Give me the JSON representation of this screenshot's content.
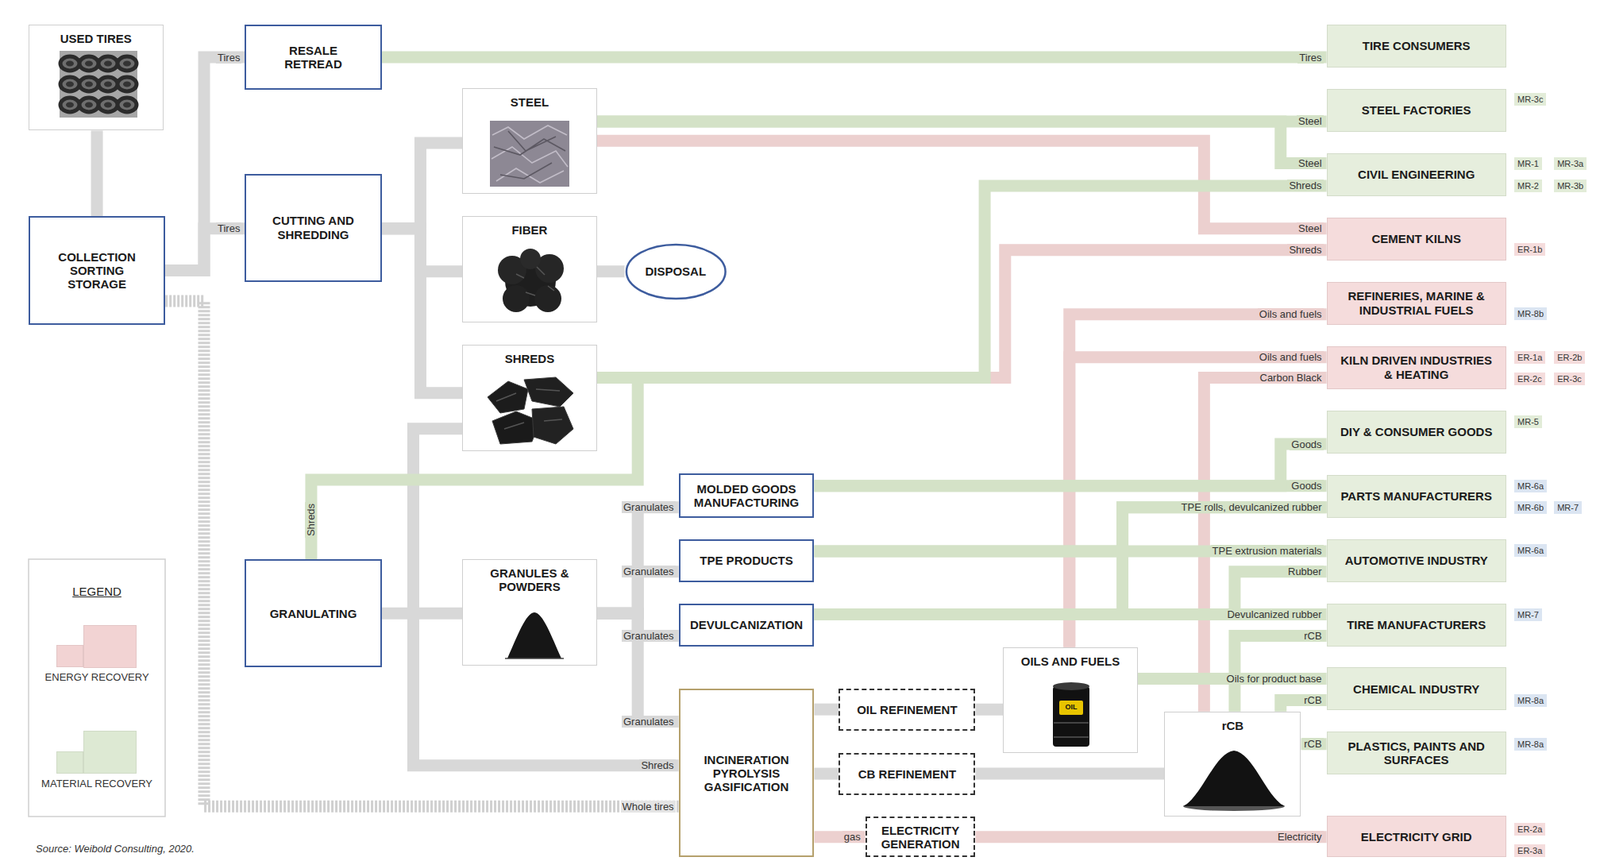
{
  "diagram": {
    "caption": "Source: Weibold Consulting, 2020.",
    "nodes": [
      {
        "text": [
          "USED TIRES"
        ]
      },
      {
        "text": [
          "COLLECTION SORTING STORAGE"
        ]
      },
      {
        "text": [
          "RESALE RETREAD"
        ]
      },
      {
        "text": [
          "CUTTING AND SHREDDING"
        ]
      },
      {
        "text": [
          "GRANULATING"
        ]
      },
      {
        "text": [
          "STEEL"
        ]
      },
      {
        "text": [
          "FIBER"
        ]
      },
      {
        "text": [
          "DISPOSAL"
        ]
      },
      {
        "text": [
          "SHREDS"
        ]
      },
      {
        "text": [
          "GRANULES & POWDERS"
        ]
      },
      {
        "text": [
          "MOLDED GOODS MANUFACTURING"
        ]
      },
      {
        "text": [
          "TPE PRODUCTS"
        ]
      },
      {
        "text": [
          "DEVULCANIZATION"
        ]
      },
      {
        "text": [
          "INCINERATION PYROLYSIS GASIFICATION"
        ]
      },
      {
        "text": [
          "OIL REFINEMENT"
        ]
      },
      {
        "text": [
          "CB REFINEMENT"
        ]
      },
      {
        "text": [
          "ELECTRICITY GENERATION"
        ]
      },
      {
        "text": [
          "OILS AND FUELS"
        ]
      },
      {
        "text": [
          "rCB"
        ]
      },
      {
        "text": [
          "TIRE CONSUMERS"
        ]
      },
      {
        "text": [
          "STEEL FACTORIES"
        ]
      },
      {
        "text": [
          "CIVIL ENGINEERING"
        ]
      },
      {
        "text": [
          "CEMENT KILNS"
        ]
      },
      {
        "text": [
          "REFINERIES, MARINE & INDUSTRIAL FUELS"
        ]
      },
      {
        "text": [
          "KILN DRIVEN INDUSTRIES & HEATING"
        ]
      },
      {
        "text": [
          "DIY & CONSUMER GOODS"
        ]
      },
      {
        "text": [
          "PARTS MANUFACTURERS"
        ]
      },
      {
        "text": [
          "AUTOMOTIVE INDUSTRY"
        ]
      },
      {
        "text": [
          "TIRE MANUFACTURERS"
        ]
      },
      {
        "text": [
          "CHEMICAL INDUSTRY"
        ]
      },
      {
        "text": [
          "PLASTICS, PAINTS AND SURFACES"
        ]
      },
      {
        "text": [
          "ELECTRICITY GRID"
        ]
      }
    ],
    "edges": [
      {
        "from": 0,
        "to": 1,
        "arrow": "none"
      },
      {
        "from": 1,
        "to": 2,
        "label": "Tires",
        "arrow": "none"
      },
      {
        "from": 1,
        "to": 3,
        "label": "Tires",
        "arrow": "none"
      },
      {
        "from": 1,
        "to": 13,
        "label": "Whole tires",
        "arrow": "none"
      },
      {
        "from": 2,
        "to": 19,
        "label": "Tires",
        "arrow": "none"
      },
      {
        "from": 3,
        "to": 5,
        "arrow": "none"
      },
      {
        "from": 3,
        "to": 6,
        "arrow": "none"
      },
      {
        "from": 3,
        "to": 8,
        "arrow": "none"
      },
      {
        "from": 6,
        "to": 7,
        "arrow": "none"
      },
      {
        "from": 5,
        "to": 20,
        "label": "Steel",
        "arrow": "none"
      },
      {
        "from": 5,
        "to": 21,
        "label": "Steel",
        "arrow": "none"
      },
      {
        "from": 5,
        "to": 22,
        "label": "Steel",
        "arrow": "none"
      },
      {
        "from": 8,
        "to": 21,
        "label": "Shreds",
        "arrow": "none"
      },
      {
        "from": 8,
        "to": 22,
        "label": "Shreds",
        "arrow": "none"
      },
      {
        "from": 8,
        "to": 4,
        "label": "Shreds",
        "arrow": "none"
      },
      {
        "from": 8,
        "to": 13,
        "label": "Shreds",
        "arrow": "none"
      },
      {
        "from": 4,
        "to": 9,
        "arrow": "none"
      },
      {
        "from": 9,
        "to": 10,
        "label": "Granulates",
        "arrow": "none"
      },
      {
        "from": 9,
        "to": 11,
        "label": "Granulates",
        "arrow": "none"
      },
      {
        "from": 9,
        "to": 12,
        "label": "Granulates",
        "arrow": "none"
      },
      {
        "from": 9,
        "to": 13,
        "label": "Granulates",
        "arrow": "none"
      },
      {
        "from": 10,
        "to": 26,
        "label": "Goods",
        "arrow": "none"
      },
      {
        "from": 10,
        "to": 25,
        "label": "Goods",
        "arrow": "none"
      },
      {
        "from": 11,
        "to": 26,
        "label": "TPE rolls, devulcanized rubber",
        "arrow": "none"
      },
      {
        "from": 11,
        "to": 27,
        "label": "TPE extrusion materials",
        "arrow": "none"
      },
      {
        "from": 12,
        "to": 26,
        "arrow": "none"
      },
      {
        "from": 12,
        "to": 27,
        "label": "Rubber",
        "arrow": "none"
      },
      {
        "from": 12,
        "to": 28,
        "label": "Devulcanized rubber",
        "arrow": "none"
      },
      {
        "from": 13,
        "to": 14,
        "arrow": "none"
      },
      {
        "from": 13,
        "to": 15,
        "arrow": "none"
      },
      {
        "from": 13,
        "to": 16,
        "label": "gas",
        "arrow": "none"
      },
      {
        "from": 16,
        "to": 31,
        "label": "Electricity",
        "arrow": "none"
      },
      {
        "from": 14,
        "to": 17,
        "arrow": "none"
      },
      {
        "from": 15,
        "to": 18,
        "arrow": "none"
      },
      {
        "from": 17,
        "to": 29,
        "label": "Oils for product base",
        "arrow": "none"
      },
      {
        "from": 17,
        "to": 23,
        "label": "Oils and fuels",
        "arrow": "none"
      },
      {
        "from": 17,
        "to": 24,
        "label": "Oils and fuels",
        "arrow": "none"
      },
      {
        "from": 18,
        "to": 24,
        "label": "Carbon Black",
        "arrow": "none"
      },
      {
        "from": 18,
        "to": 28,
        "label": "rCB",
        "arrow": "none"
      },
      {
        "from": 18,
        "to": 29,
        "label": "rCB",
        "arrow": "none"
      },
      {
        "from": 18,
        "to": 30,
        "label": "rCB",
        "arrow": "none"
      }
    ],
    "labels": [
      "LEGEND",
      "MR-3c",
      "MR-1",
      "MR-3a",
      "MR-2",
      "MR-3b",
      "ER-1b",
      "MR-8b",
      "ER-1a",
      "ER-2b",
      "ER-2c",
      "ER-3c",
      "MR-5",
      "MR-6a",
      "MR-6b",
      "MR-7",
      "MR-6a",
      "MR-7",
      "MR-8a",
      "MR-8a",
      "ER-2a",
      "ER-3a",
      "OIL"
    ],
    "legend": [
      {
        "text": "ENERGY RECOVERY",
        "color": "#f2d3d3"
      },
      {
        "text": "MATERIAL RECOVERY",
        "color": "#dde9d3"
      }
    ]
  }
}
